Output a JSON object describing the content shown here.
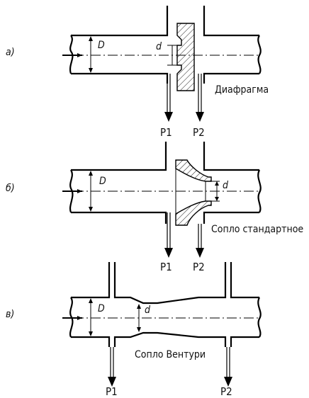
{
  "panels": [
    {
      "letter": "а)",
      "name": "Диафрагма",
      "diameter_label": "D",
      "throat_label": "d",
      "taps": [
        "P1",
        "P2"
      ]
    },
    {
      "letter": "б)",
      "name": "Сопло стандартное",
      "diameter_label": "D",
      "throat_label": "d",
      "taps": [
        "P1",
        "P2"
      ]
    },
    {
      "letter": "в)",
      "name": "Сопло Вентури",
      "diameter_label": "D",
      "throat_label": "d",
      "taps": [
        "P1",
        "P2"
      ]
    }
  ]
}
